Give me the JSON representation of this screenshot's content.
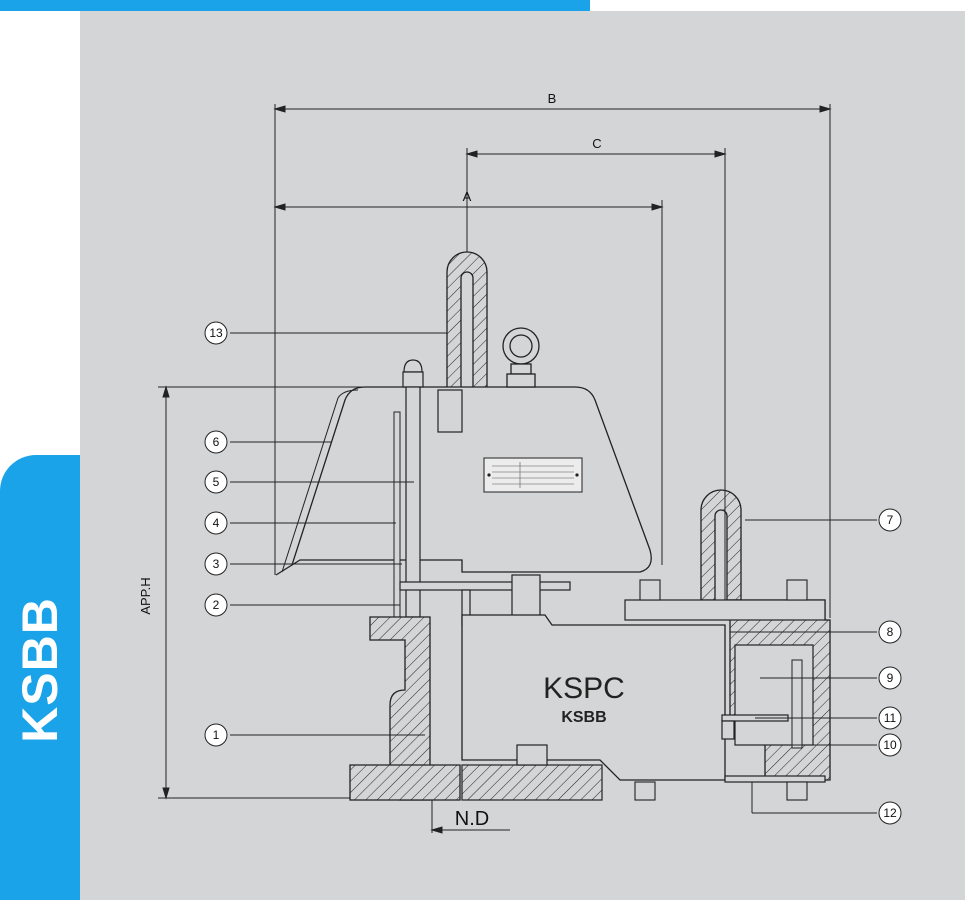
{
  "brand": {
    "side_label": "KSBB",
    "accent_color": "#1aa3e8",
    "panel_color": "#d4d5d6"
  },
  "dimensions": {
    "a": "A",
    "b": "B",
    "c": "C",
    "height": "APP.H",
    "nominal_diameter": "N.D"
  },
  "housing_marks": {
    "main": "KSPC",
    "sub": "KSBB"
  },
  "part_numbers": [
    "1",
    "2",
    "3",
    "4",
    "5",
    "6",
    "7",
    "8",
    "9",
    "10",
    "11",
    "12",
    "13"
  ]
}
